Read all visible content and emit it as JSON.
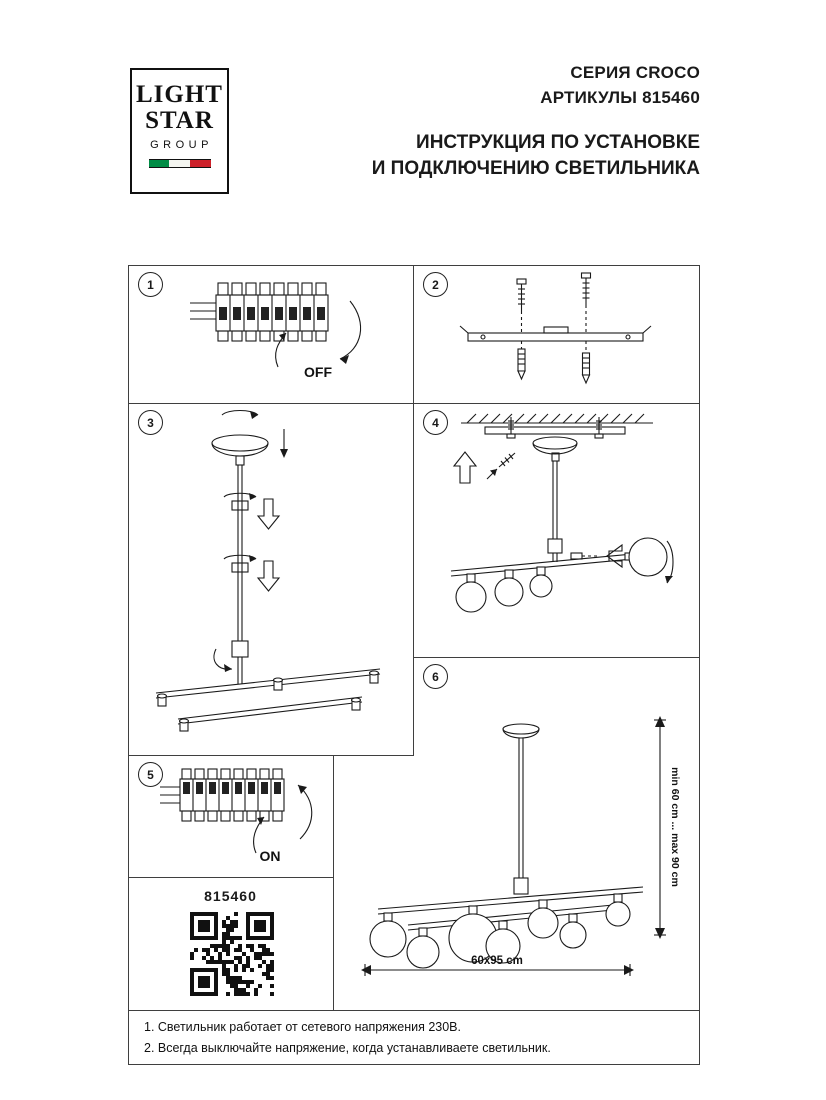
{
  "logo": {
    "line1": "LIGHT",
    "line2": "STAR",
    "line3": "GROUP"
  },
  "header": {
    "series": "СЕРИЯ CROCO",
    "articles": "АРТИКУЛЫ 815460",
    "title1": "ИНСТРУКЦИЯ ПО УСТАНОВКЕ",
    "title2": "И ПОДКЛЮЧЕНИЮ СВЕТИЛЬНИКА"
  },
  "panels": {
    "p1": {
      "number": "1",
      "switch_label": "OFF"
    },
    "p2": {
      "number": "2"
    },
    "p3": {
      "number": "3"
    },
    "p4": {
      "number": "4"
    },
    "p5": {
      "number": "5",
      "switch_label": "ON"
    },
    "p6": {
      "number": "6",
      "height_dimension": "min 60 cm ... max 90 cm",
      "width_dimension": "60x95 cm"
    },
    "article": {
      "code": "815460"
    }
  },
  "footnotes": [
    "1. Светильник работает от сетевого напряжения 230В.",
    "2. Всегда выключайте напряжение, когда устанавливаете светильник."
  ],
  "colors": {
    "flag_green": "#008C45",
    "flag_white": "#F4F5F0",
    "flag_red": "#CD212A",
    "ink": "#1A1A1A"
  }
}
